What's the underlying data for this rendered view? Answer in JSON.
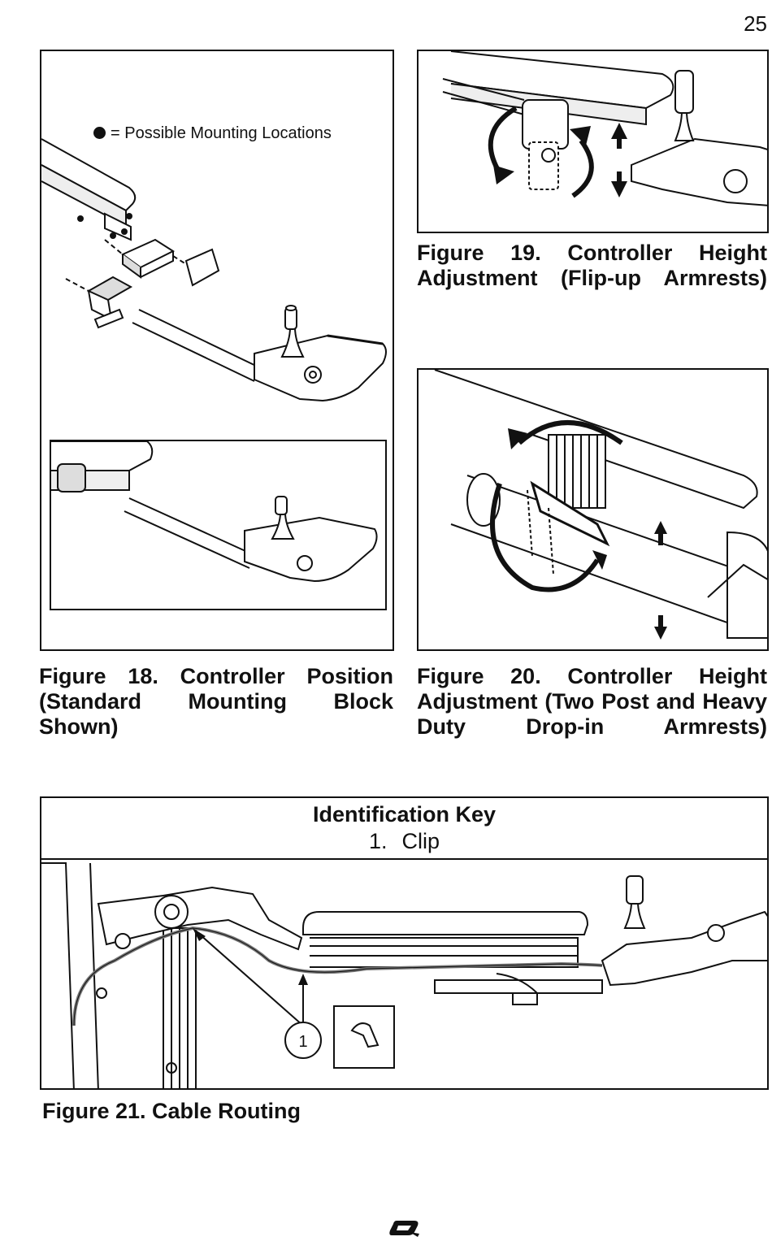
{
  "page": {
    "number": "25"
  },
  "figure18": {
    "legend_text": "= Possible Mounting Locations",
    "caption": "Figure 18. Controller Position (Standard Mounting Block Shown)"
  },
  "figure19": {
    "caption": "Figure 19. Controller Height Adjustment (Flip-up Armrests)"
  },
  "figure20": {
    "caption": "Figure 20. Controller Height Adjustment (Two Post and Heavy Duty Drop-in Armrests)"
  },
  "figure21": {
    "key_title": "Identification Key",
    "key_items": [
      {
        "number": "1.",
        "label": "Clip"
      }
    ],
    "callout": "1",
    "caption": "Figure 21. Cable Routing"
  },
  "footer": {
    "logo_icon": "q-logo-icon"
  }
}
